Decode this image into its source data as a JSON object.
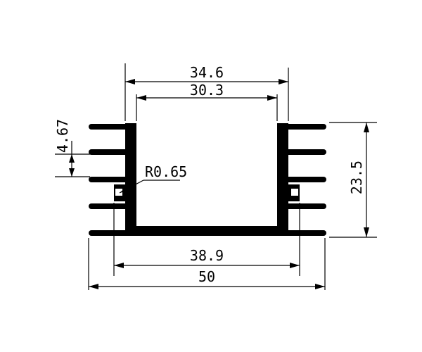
{
  "drawing": {
    "colors": {
      "ink": "#000000",
      "background": "#ffffff"
    },
    "dimensions": {
      "outer_top_width": "34.6",
      "inner_top_width": "30.3",
      "fin_pitch": "4.67",
      "corner_radius": "R0.65",
      "overall_height": "23.5",
      "inner_bottom_width": "38.9",
      "overall_width": "50"
    }
  }
}
